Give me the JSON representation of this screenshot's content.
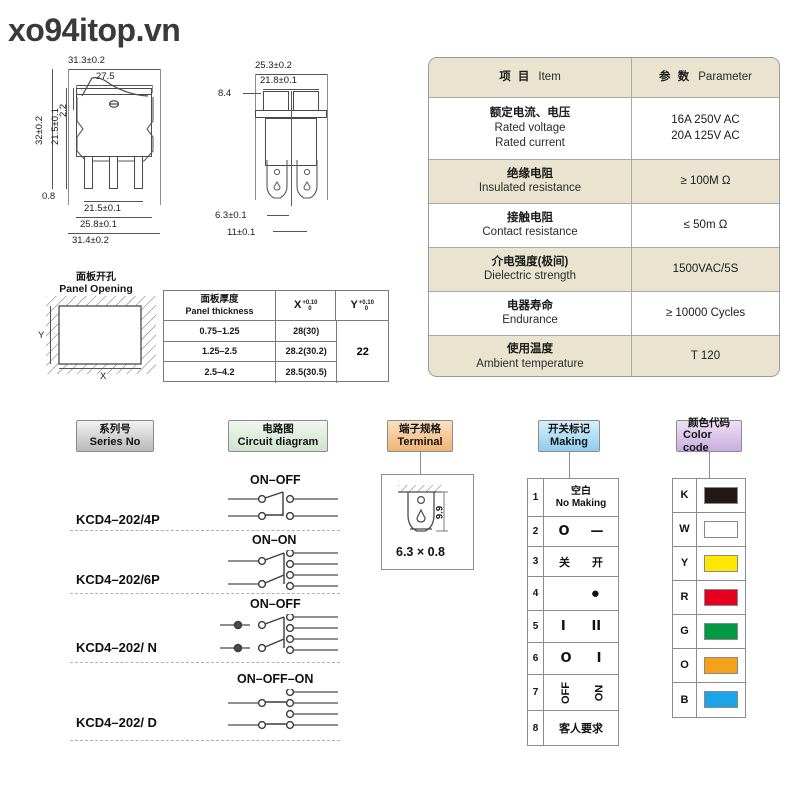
{
  "watermark": "xo94itop.vn",
  "drawing_front": {
    "caption_top": "31.3±0.2",
    "caption_inner": "27.5",
    "left_2_2": "2.2",
    "left_32": "32±0.2",
    "left_21_5": "21.5±0.1",
    "left_0_8": "0.8",
    "bottom_21_5": "21.5±0.1",
    "bottom_25_8": "25.8±0.1",
    "bottom_31_4": "31.4±0.2"
  },
  "drawing_side": {
    "top_25_3": "25.3±0.2",
    "top_21_8": "21.8±0.1",
    "left_8_4": "8.4",
    "bottom_6_3": "6.3±0.1",
    "bottom_11": "11±0.1"
  },
  "panel_opening": {
    "title_cn": "面板开孔",
    "title_en": "Panel Opening",
    "axis_x": "X",
    "axis_y": "Y"
  },
  "spec_table": {
    "header": {
      "item_cn": "项 目",
      "item_en": "Item",
      "param_cn": "参 数",
      "param_en": "Parameter"
    },
    "rows": [
      {
        "cn": "额定电流、电压",
        "en": [
          "Rated voltage",
          "Rated current"
        ],
        "value": [
          "16A 250V AC",
          "20A 125V AC"
        ]
      },
      {
        "cn": "绝缘电阻",
        "en": [
          "Insulated resistance"
        ],
        "value": [
          "≥ 100M Ω"
        ]
      },
      {
        "cn": "接触电阻",
        "en": [
          "Contact resistance"
        ],
        "value": [
          "≤ 50m Ω"
        ]
      },
      {
        "cn": "介电强度(极间)",
        "en": [
          "Dielectric strength"
        ],
        "value": [
          "1500VAC/5S"
        ]
      },
      {
        "cn": "电器寿命",
        "en": [
          "Endurance"
        ],
        "value": [
          "≥ 10000 Cycles"
        ]
      },
      {
        "cn": "使用温度",
        "en": [
          "Ambient temperature"
        ],
        "value": [
          "T 120"
        ]
      }
    ]
  },
  "panel_thickness_table": {
    "header": {
      "thickness_cn": "面板厚度",
      "thickness_en": "Panel thickness",
      "x_label": "X",
      "x_tol_up": "+0.10",
      "x_tol_dn": "0",
      "y_label": "Y",
      "y_tol_up": "+0.10",
      "y_tol_dn": "0"
    },
    "rows": [
      {
        "thickness": "0.75–1.25",
        "x": "28(30)"
      },
      {
        "thickness": "1.25–2.5",
        "x": "28.2(30.2)"
      },
      {
        "thickness": "2.5–4.2",
        "x": "28.5(30.5)"
      }
    ],
    "y_value": "22"
  },
  "sections": {
    "series": {
      "cn": "系列号",
      "en": "Series No"
    },
    "circuit": {
      "cn": "电路图",
      "en": "Circuit diagram"
    },
    "terminal": {
      "cn": "端子规格",
      "en": "Terminal"
    },
    "making": {
      "cn": "开关标记",
      "en": "Making"
    },
    "color": {
      "cn": "颜色代码",
      "en": "Color code"
    }
  },
  "series_list": [
    {
      "name": "KCD4–202/4P",
      "mode": "ON–OFF"
    },
    {
      "name": "KCD4–202/6P",
      "mode": "ON–ON"
    },
    {
      "name": "KCD4–202/ N",
      "mode": "ON–OFF"
    },
    {
      "name": "KCD4–202/ D",
      "mode": "ON–OFF–ON"
    }
  ],
  "terminal": {
    "size": "6.3 × 0.8",
    "height": "9.9"
  },
  "making_rows": [
    {
      "num": "1",
      "style": "stack",
      "cn": "空白",
      "en": "No Making"
    },
    {
      "num": "2",
      "style": "pair",
      "left": "O",
      "right": "—"
    },
    {
      "num": "3",
      "style": "pair",
      "left": "关",
      "right": "开"
    },
    {
      "num": "4",
      "style": "pair",
      "left": "",
      "right": "●"
    },
    {
      "num": "5",
      "style": "pair",
      "left": "I",
      "right": "II"
    },
    {
      "num": "6",
      "style": "pair",
      "left": "O",
      "right": "I"
    },
    {
      "num": "7",
      "style": "rot",
      "left": "OFF",
      "right": "ON"
    },
    {
      "num": "8",
      "style": "single",
      "cn": "客人要求"
    }
  ],
  "color_rows": [
    {
      "code": "K",
      "hex": "#231815"
    },
    {
      "code": "W",
      "hex": "#ffffff"
    },
    {
      "code": "Y",
      "hex": "#ffe800"
    },
    {
      "code": "R",
      "hex": "#e60020"
    },
    {
      "code": "G",
      "hex": "#009944"
    },
    {
      "code": "O",
      "hex": "#f5a11b"
    },
    {
      "code": "B",
      "hex": "#1ca3e8"
    }
  ]
}
